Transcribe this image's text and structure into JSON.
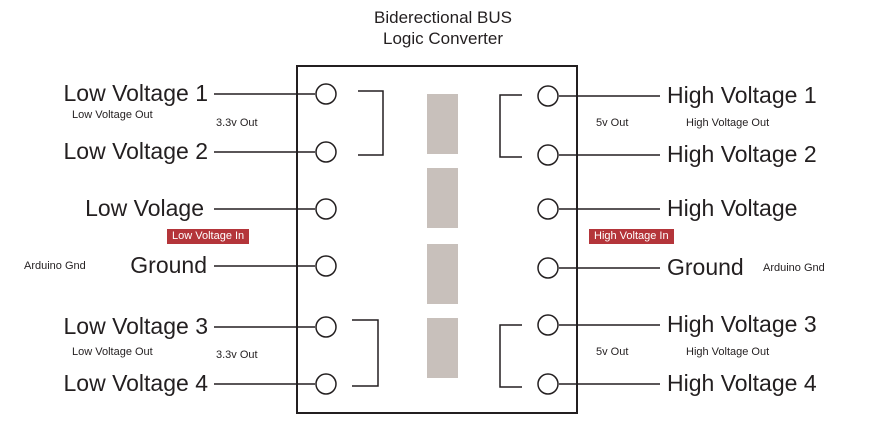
{
  "title": {
    "line1": "Biderectional BUS",
    "line2": "Logic Converter"
  },
  "left_pins": [
    {
      "label": "Low Voltage 1"
    },
    {
      "label": "Low Voltage 2"
    },
    {
      "label": "Low Volage"
    },
    {
      "label": "Ground"
    },
    {
      "label": "Low Voltage 3"
    },
    {
      "label": "Low Voltage 4"
    }
  ],
  "right_pins": [
    {
      "label": "High Voltage 1"
    },
    {
      "label": "High Voltage 2"
    },
    {
      "label": "High Voltage"
    },
    {
      "label": "Ground"
    },
    {
      "label": "High Voltage 3"
    },
    {
      "label": "High Voltage 4"
    }
  ],
  "annotations": {
    "left_top_out": "Low Voltage Out",
    "left_top_volts": "3.3v Out",
    "left_bottom_out": "Low Voltage Out",
    "left_bottom_volts": "3.3v Out",
    "right_top_volts": "5v Out",
    "right_top_out": "High Voltage Out",
    "right_bottom_volts": "5v Out",
    "right_bottom_out": "High Voltage Out",
    "left_gnd_note": "Arduino Gnd",
    "right_gnd_note": "Arduino Gnd"
  },
  "badges": {
    "left": "Low Voltage In",
    "right": "High Voltage In"
  },
  "colors": {
    "line": "#231f20",
    "chip_block": "#c8c0bb",
    "badge": "#b4353a"
  }
}
